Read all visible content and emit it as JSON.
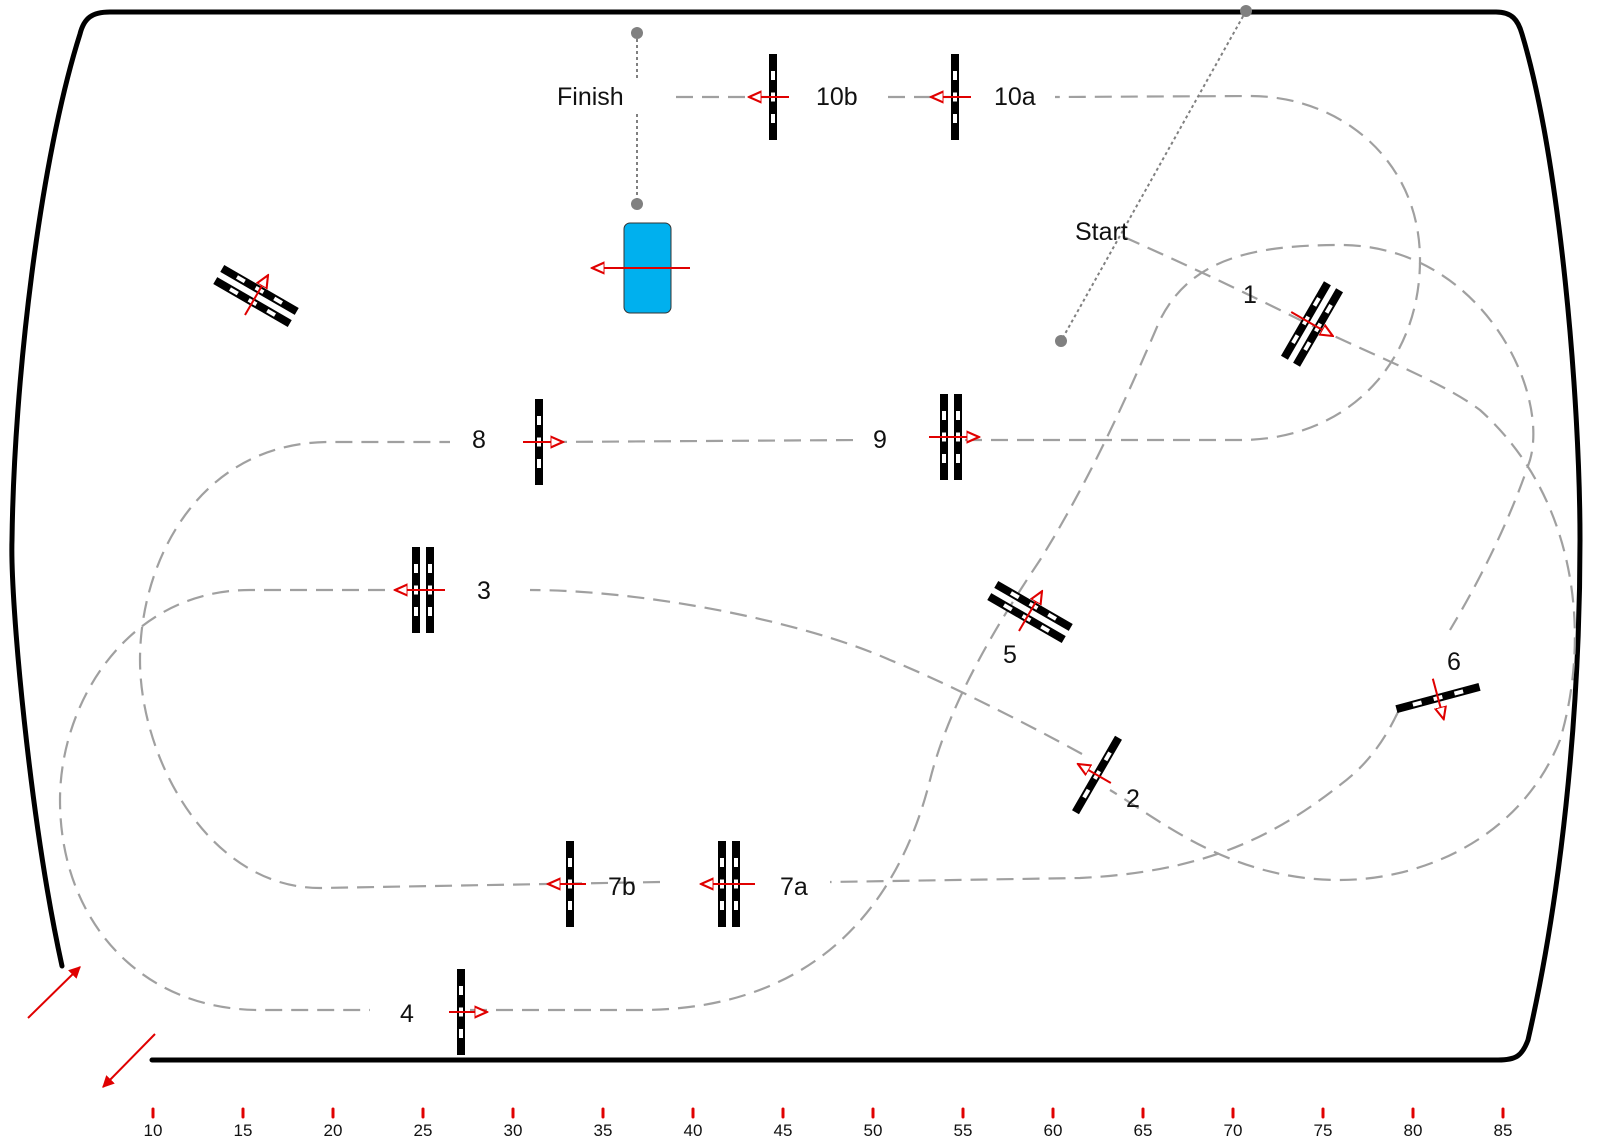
{
  "course": {
    "labels": {
      "finish": "Finish",
      "start": "Start",
      "gate_10b": "10b",
      "gate_10a": "10a",
      "gate_1": "1",
      "gate_2": "2",
      "gate_3": "3",
      "gate_4": "4",
      "gate_5": "5",
      "gate_6": "6",
      "gate_7a": "7a",
      "gate_7b": "7b",
      "gate_8": "8",
      "gate_9": "9"
    },
    "ruler": {
      "ticks": [
        "10",
        "15",
        "20",
        "25",
        "30",
        "35",
        "40",
        "45",
        "50",
        "55",
        "60",
        "65",
        "70",
        "75",
        "80",
        "85"
      ]
    },
    "colors": {
      "boundary": "#000000",
      "path": "#a0a0a0",
      "arrow": "#e00000",
      "obstacle": "#00b0ee",
      "marker": "#808080"
    }
  }
}
